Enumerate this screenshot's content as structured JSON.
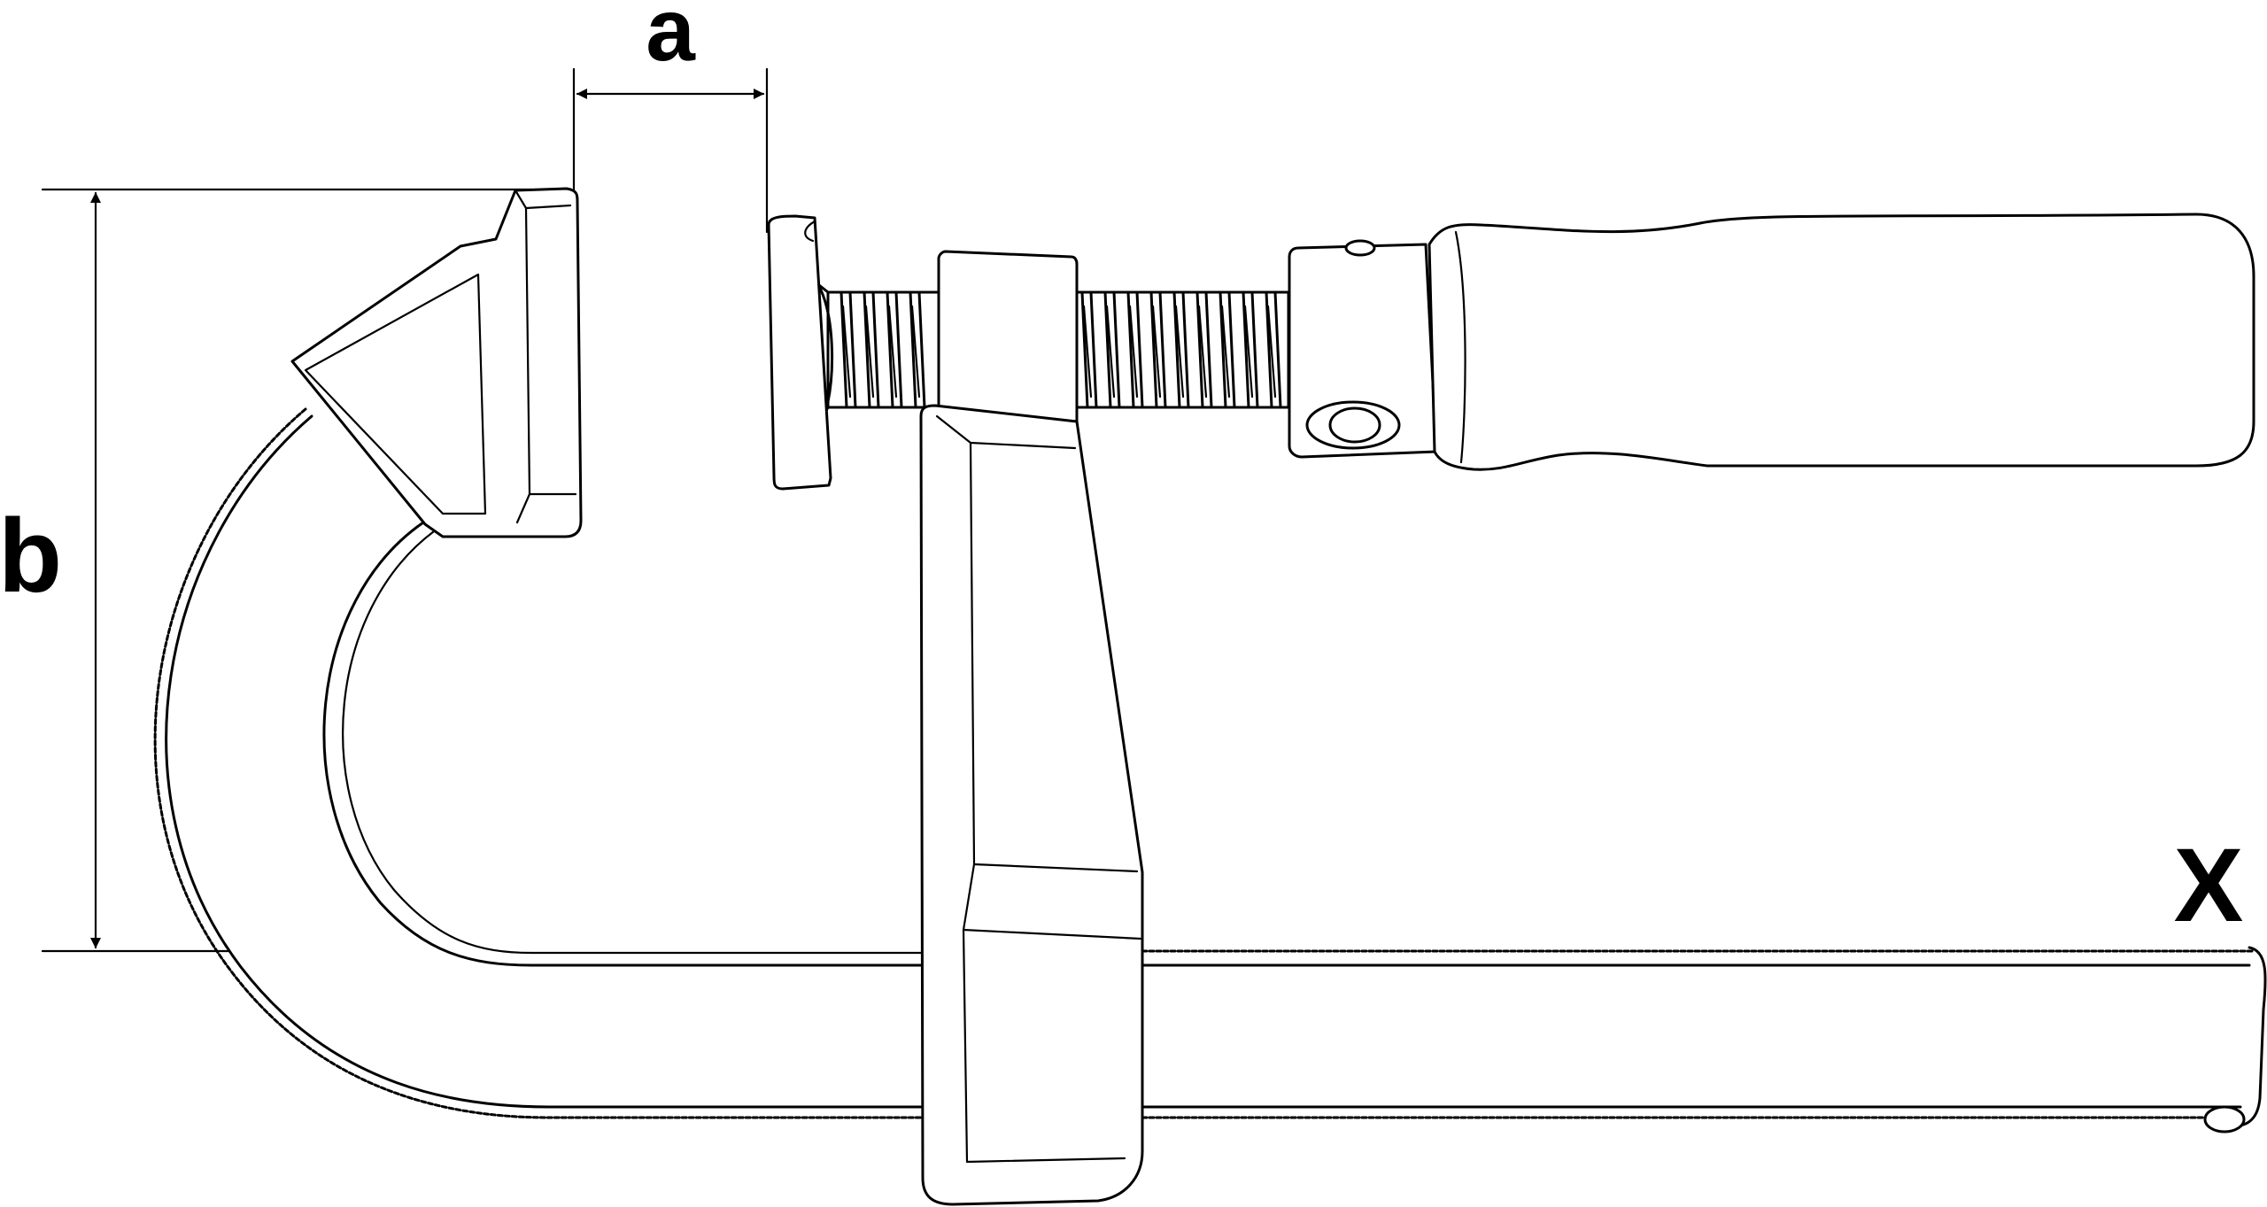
{
  "diagram": {
    "labels": {
      "a": "a",
      "b": "b",
      "x": "X"
    },
    "parts": [
      "frame-bar",
      "fixed-jaw",
      "swivel-pad",
      "sliding-arm",
      "spindle",
      "handle"
    ],
    "stroke_color": "#000000",
    "background_color": "#ffffff"
  }
}
